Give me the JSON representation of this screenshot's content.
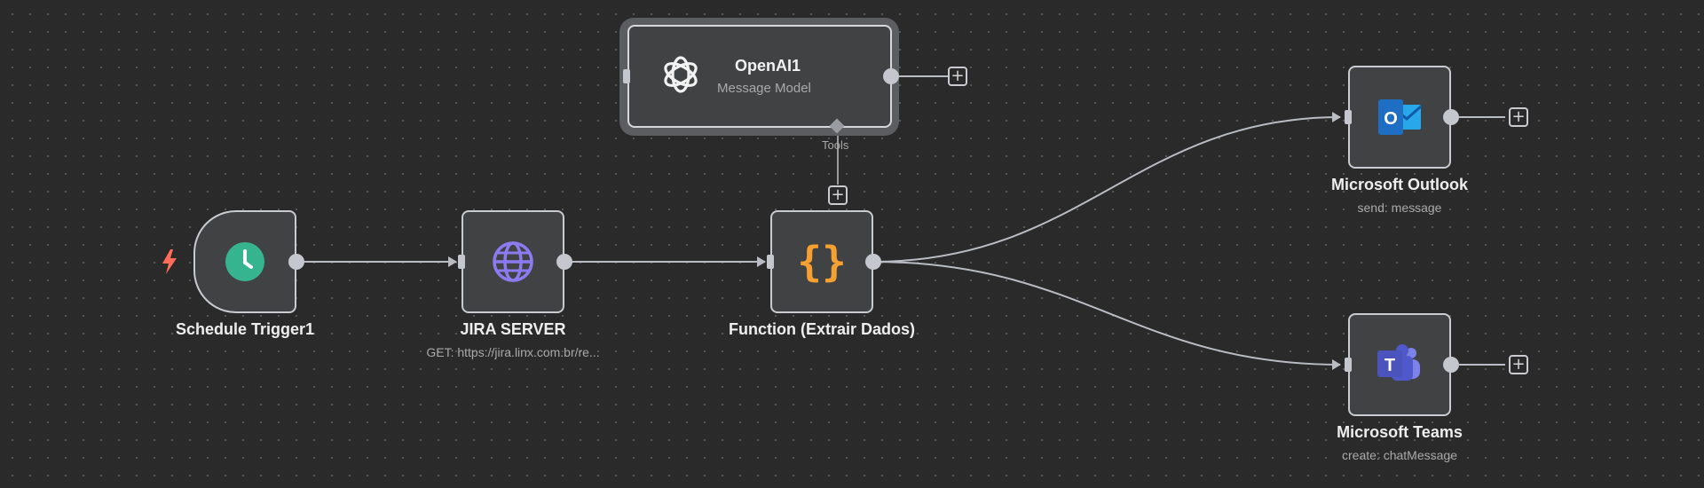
{
  "colors": {
    "canvas_bg": "#2a2a2a",
    "node_bg": "#414244",
    "node_border": "#c9cbd1",
    "wire": "#b9bcc3",
    "trigger_bolt": "#ff6d5a",
    "clock": "#35b48f",
    "globe": "#8b7bf0",
    "braces": "#f5a030",
    "outlook_blue": "#1e6ec4",
    "teams_purple": "#5059c9"
  },
  "nodes": {
    "schedule_trigger": {
      "title": "Schedule Trigger1",
      "subtitle": "",
      "icon": "clock-icon"
    },
    "jira_server": {
      "title": "JIRA SERVER",
      "subtitle": "GET: https://jira.linx.com.br/re...",
      "icon": "globe-icon"
    },
    "function": {
      "title": "Function (Extrair Dados)",
      "subtitle": "",
      "icon": "braces-icon",
      "icon_text": "{}"
    },
    "openai": {
      "title": "OpenAI1",
      "subtitle": "Message Model",
      "icon": "openai-icon",
      "connector_label": "Tools"
    },
    "outlook": {
      "title": "Microsoft Outlook",
      "subtitle": "send: message",
      "icon": "outlook-icon",
      "icon_letter": "O"
    },
    "teams": {
      "title": "Microsoft Teams",
      "subtitle": "create: chatMessage",
      "icon": "teams-icon",
      "icon_letter": "T"
    }
  },
  "add_button_symbol": "+"
}
